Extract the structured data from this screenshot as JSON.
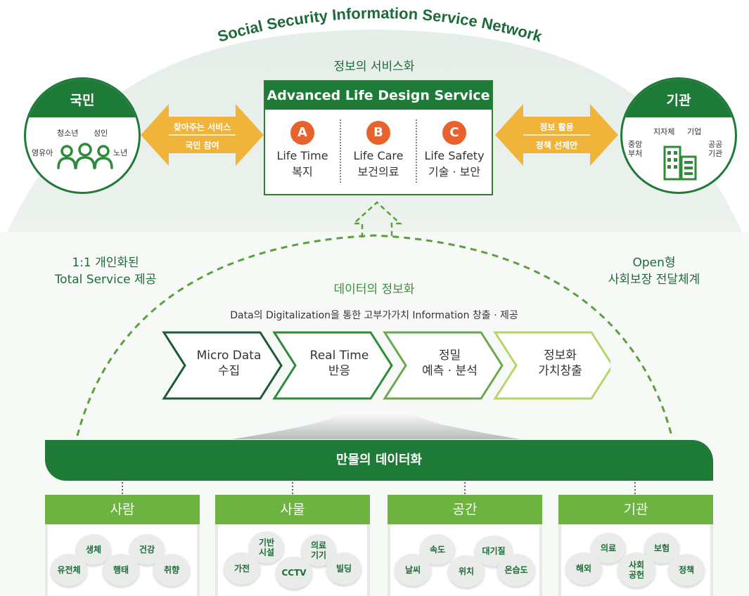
{
  "network_title": "Social Security Information Service Network",
  "top_label": "정보의 서비스화",
  "service": {
    "title": "Advanced Life Design Service",
    "items": [
      {
        "badge": "A",
        "en": "Life Time",
        "ko": "복지"
      },
      {
        "badge": "B",
        "en": "Life Care",
        "ko": "보건의료"
      },
      {
        "badge": "C",
        "en": "Life Safety",
        "ko": "기술 · 보안"
      }
    ]
  },
  "left_circle": {
    "title": "국민",
    "labels": [
      "청소년",
      "성인",
      "영유아",
      "노년"
    ]
  },
  "right_circle": {
    "title": "기관",
    "labels": [
      "지자체",
      "기업",
      "중앙\n부처",
      "공공\n기관"
    ]
  },
  "left_arrow": {
    "top": "찾아주는 서비스",
    "bottom": "국민 참여"
  },
  "right_arrow": {
    "top": "정보 활용",
    "bottom": "정책 선제안"
  },
  "left_side_text": {
    "line1": "1:1 개인화된",
    "line2": "Total Service 제공"
  },
  "right_side_text": {
    "line1": "Open형",
    "line2": "사회보장 전달체계"
  },
  "data_title": "데이터의 정보화",
  "data_subtitle": "Data의 Digitalization을 통한 고부가가치 Information 창출 · 제공",
  "process_steps": [
    {
      "line1": "Micro Data",
      "line2": "수집"
    },
    {
      "line1": "Real Time",
      "line2": "반응"
    },
    {
      "line1": "정밀",
      "line2": "예측 · 분석"
    },
    {
      "line1": "정보화",
      "line2": "가치창출"
    }
  ],
  "bar_title": "만물의 데이터화",
  "categories": [
    {
      "title": "사람",
      "items": [
        "생체",
        "건강",
        "유전체",
        "행태",
        "취향"
      ]
    },
    {
      "title": "사물",
      "items": [
        "기반\n시설",
        "의료\n기기",
        "가전",
        "CCTV",
        "빌딩"
      ]
    },
    {
      "title": "공간",
      "items": [
        "속도",
        "대기질",
        "날씨",
        "위치",
        "온습도"
      ]
    },
    {
      "title": "기관",
      "items": [
        "의료",
        "보험",
        "해외",
        "사회\n공헌",
        "정책"
      ]
    }
  ],
  "colors": {
    "dark_green": "#1e6b3a",
    "green": "#2e7d32",
    "accent_orange": "#e8632b",
    "arrow_yellow": "#f0b43a"
  }
}
